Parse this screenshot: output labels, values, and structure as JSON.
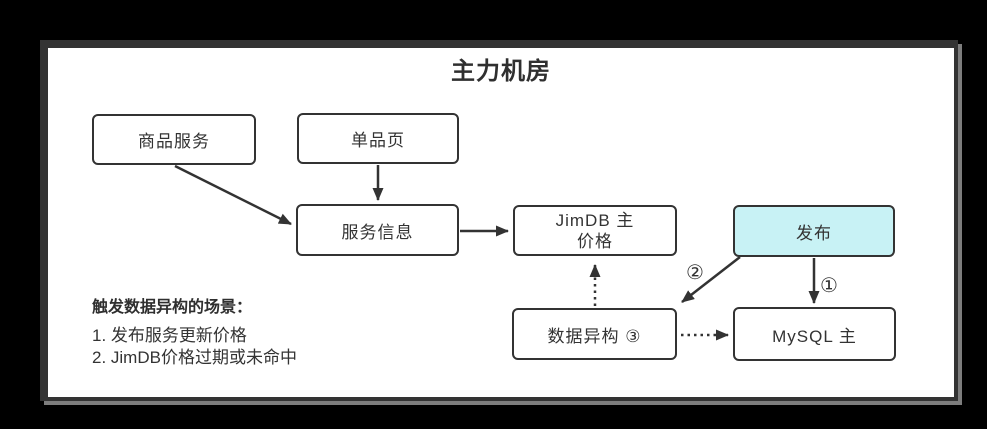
{
  "title": "主力机房",
  "boxes": {
    "product_service": {
      "label": "商品服务"
    },
    "item_page": {
      "label": "单品页"
    },
    "service_info": {
      "label": "服务信息"
    },
    "jimdb": {
      "line1": "JimDB 主",
      "line2": "价格"
    },
    "publish": {
      "label": "发布"
    },
    "data_hetero": {
      "label": "数据异构 ③"
    },
    "mysql": {
      "label": "MySQL 主"
    }
  },
  "arrow_labels": {
    "step1": "①",
    "step2": "②"
  },
  "notes": {
    "heading": "触发数据异构的场景：",
    "items": [
      "1. 发布服务更新价格",
      "2. JimDB价格过期或未命中"
    ]
  },
  "colors": {
    "background": "#000000",
    "panel": "#ffffff",
    "frame_border": "#333333",
    "frame_shadow": "#7d7d7d",
    "box_border": "#333333",
    "text": "#333333",
    "publish_fill": "#c8f2f5"
  }
}
